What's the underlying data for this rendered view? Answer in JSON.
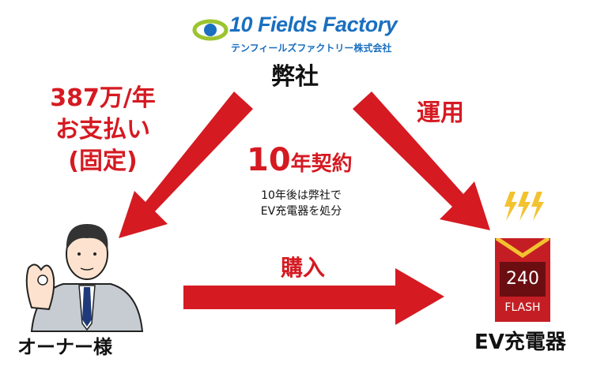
{
  "logo": {
    "name": "10 Fields Factory",
    "subtitle": "テンフィールズファクトリー株式会社"
  },
  "company_label": "弊社",
  "payment": {
    "line1": "387万/年",
    "line2": "お支払い",
    "line3": "(固定)"
  },
  "operation_label": "運用",
  "contract": {
    "number": "10",
    "label": "年契約",
    "note_line1": "10年後は弊社で",
    "note_line2": "EV充電器を処分"
  },
  "purchase_label": "購入",
  "owner_label": "オーナー様",
  "charger": {
    "display": "240",
    "brand": "FLASH",
    "label": "EV充電器"
  },
  "colors": {
    "accent": "#d51a22",
    "logo": "#1a6fc0",
    "bolt": "#f2c230"
  }
}
